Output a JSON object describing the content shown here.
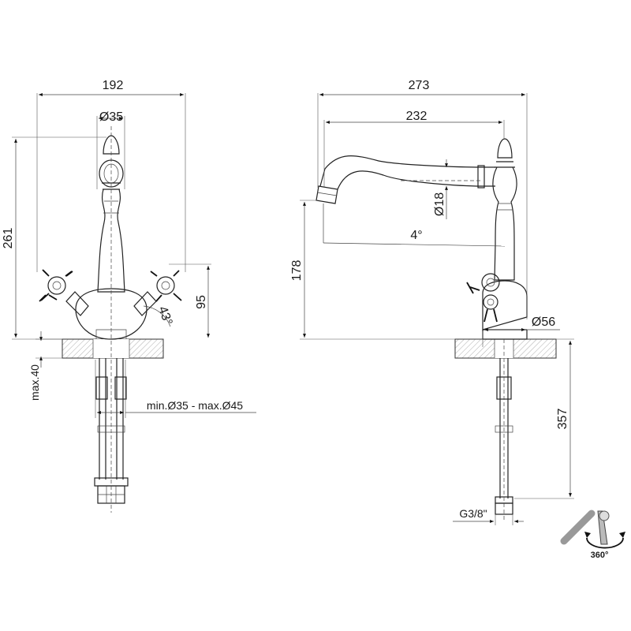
{
  "dimensions": {
    "width_total": "192",
    "spout_diameter": "Ø35",
    "height_total": "261",
    "handle_height": "95",
    "handle_angle": "43°",
    "max_thickness": "max.40",
    "hole_diameter": "min.Ø35 - max.Ø45",
    "reach_total": "273",
    "reach_spout": "232",
    "spout_tube_diameter": "Ø18",
    "spout_angle": "4°",
    "spout_height": "178",
    "base_diameter": "Ø56",
    "hose_length": "357",
    "connection_thread": "G3/8\""
  },
  "rotation": {
    "label": "360°",
    "icon": "swivel-rotation-icon"
  }
}
